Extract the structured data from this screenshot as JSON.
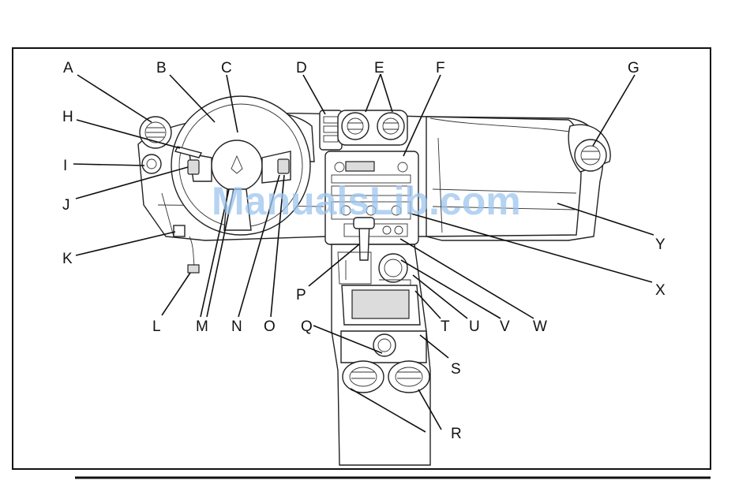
{
  "watermark": "ManualsLib.com",
  "labels": {
    "A": "A",
    "B": "B",
    "C": "C",
    "D": "D",
    "E": "E",
    "F": "F",
    "G": "G",
    "H": "H",
    "I": "I",
    "J": "J",
    "K": "K",
    "L": "L",
    "M": "M",
    "N": "N",
    "O": "O",
    "P": "P",
    "Q": "Q",
    "R": "R",
    "S": "S",
    "T": "T",
    "U": "U",
    "V": "V",
    "W": "W",
    "X": "X",
    "Y": "Y"
  }
}
